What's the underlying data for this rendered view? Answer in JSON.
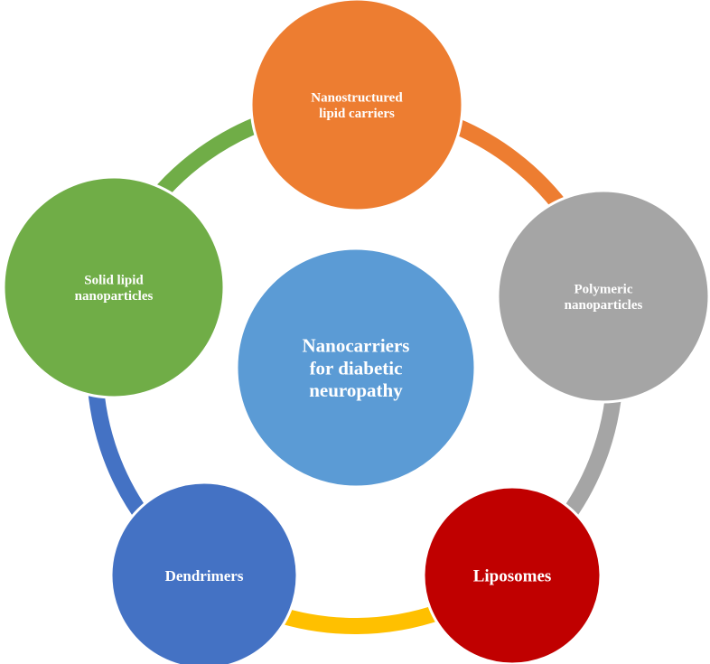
{
  "center": {
    "lines": [
      "Nanocarriers",
      "for diabetic",
      "neuropathy"
    ],
    "color": "#5b9bd5"
  },
  "nodes": [
    {
      "id": "nanostructured-lipid-carriers",
      "lines": [
        "Nanostructured",
        "lipid carriers"
      ],
      "color": "#ed7d31"
    },
    {
      "id": "polymeric-nanoparticles",
      "lines": [
        "Polymeric",
        "nanoparticles"
      ],
      "color": "#a5a5a5"
    },
    {
      "id": "liposomes",
      "lines": [
        "Liposomes"
      ],
      "color": "#c00000"
    },
    {
      "id": "dendrimers",
      "lines": [
        "Dendrimers"
      ],
      "color": "#4472c4"
    },
    {
      "id": "solid-lipid-nanoparticles",
      "lines": [
        "Solid lipid",
        "nanoparticles"
      ],
      "color": "#70ad47"
    }
  ],
  "connector_colors": [
    "#ed7d31",
    "#a5a5a5",
    "#ffc000",
    "#4472c4",
    "#70ad47"
  ]
}
